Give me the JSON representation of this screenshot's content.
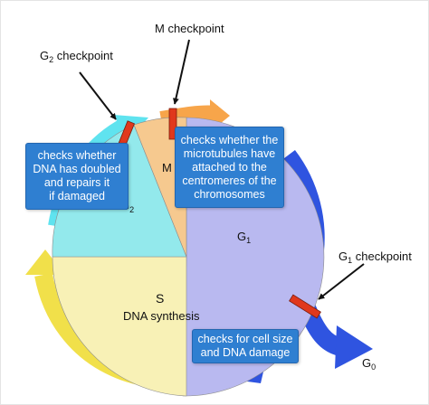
{
  "phases": {
    "m": "M",
    "g1_main": "G",
    "g1_sub": "1",
    "g2_main": "G",
    "g2_sub": "2",
    "s_title": "S",
    "s_desc": "DNA synthesis",
    "g0_main": "G",
    "g0_sub": "0"
  },
  "checkpoints": {
    "m": "M checkpoint",
    "g2_main": "G",
    "g2_sub": "2",
    "g2_rest": " checkpoint",
    "g1_main": "G",
    "g1_sub": "1",
    "g1_rest": " checkpoint"
  },
  "callouts": {
    "g2": "checks whether\nDNA has doubled\nand repairs it\nif damaged",
    "m": "checks whether the\nmicrotubules have\nattached to the\ncentromeres of the\nchromosomes",
    "g1": "checks for cell size\nand DNA damage"
  },
  "colors": {
    "g1": "#b9b9f0",
    "s": "#f8f1b6",
    "g2": "#93e9ec",
    "m": "#f6c98f",
    "blue_arrow": "#2f54e0",
    "yellow_arrow": "#f1e04a",
    "cyan_arrow": "#5fe3ef",
    "orange_arrow": "#f7a54a",
    "checkpoint_bar": "#e0381c",
    "callout": "#2f7fd1"
  }
}
